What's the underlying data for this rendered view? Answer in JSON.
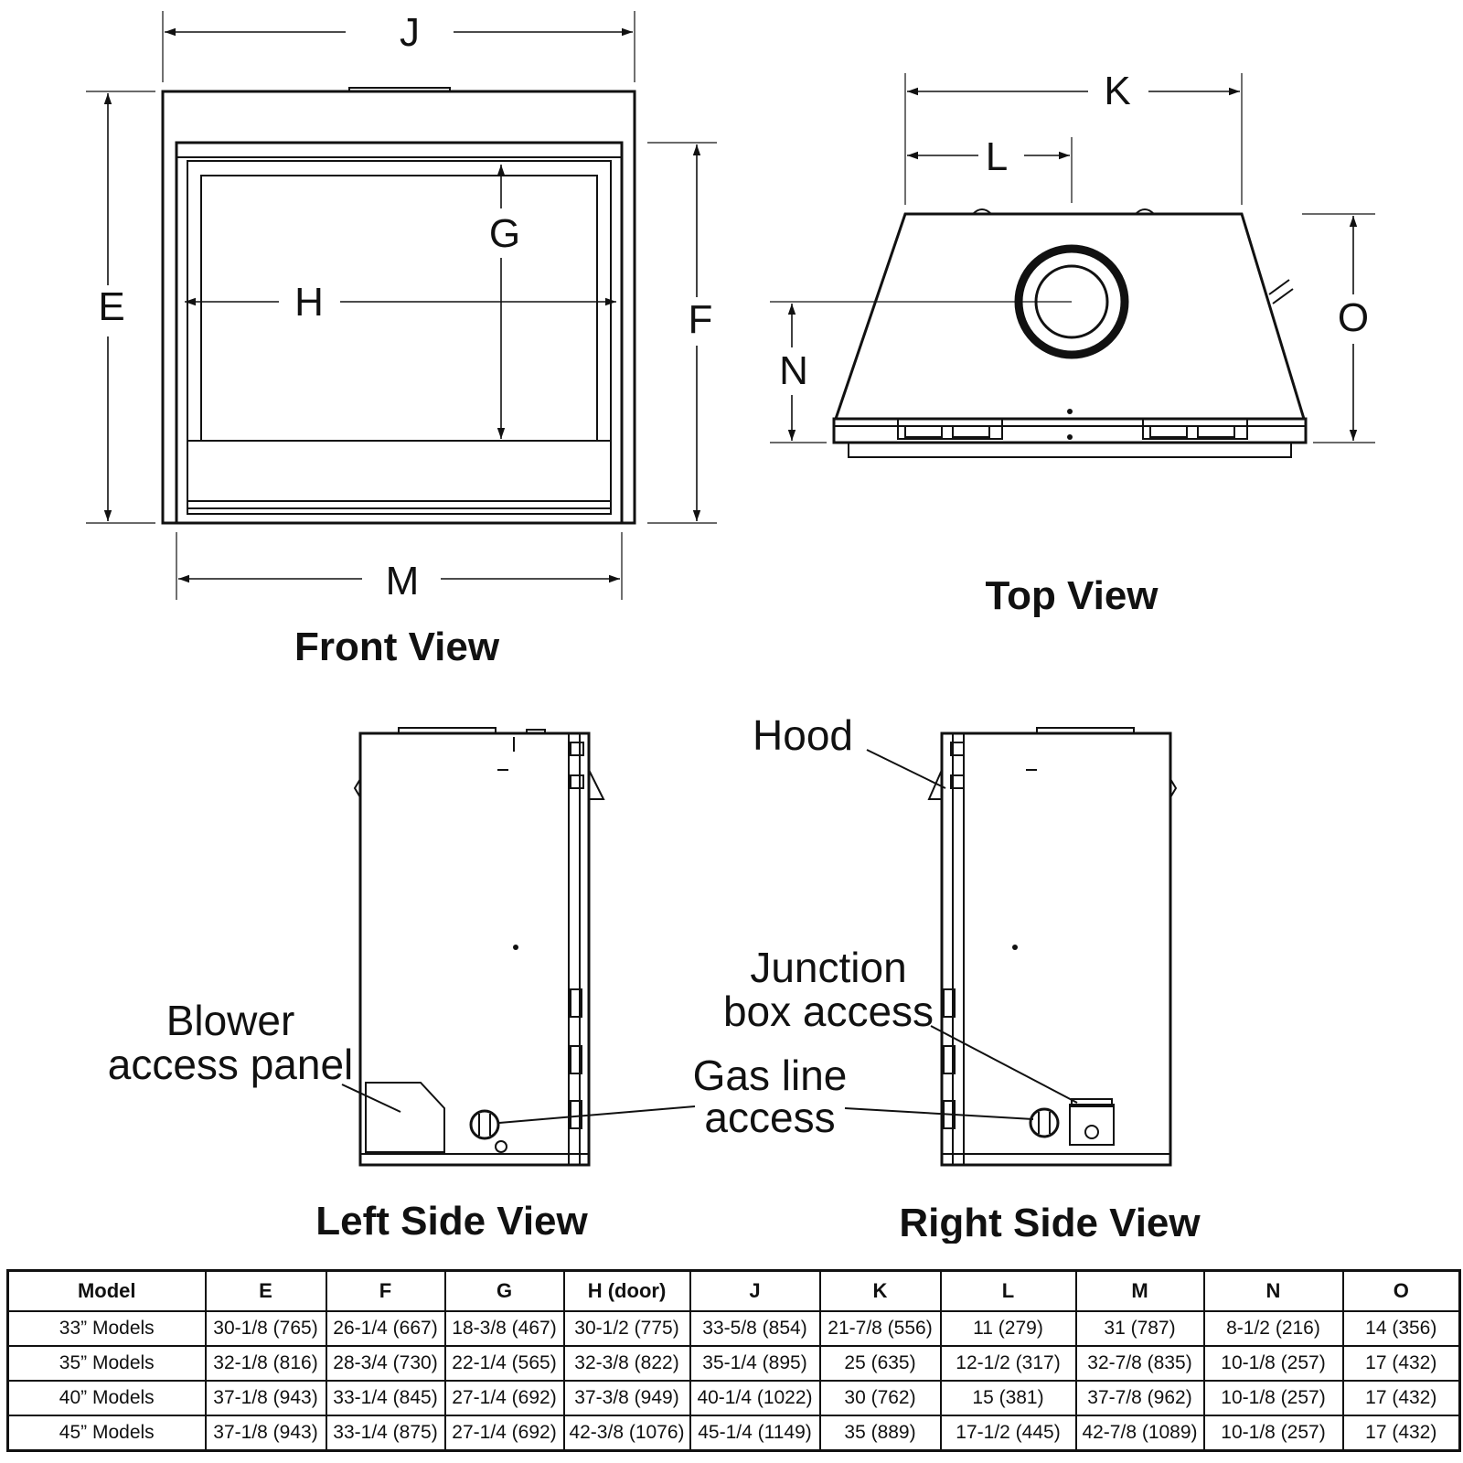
{
  "front_view": {
    "title": "Front View",
    "dims": {
      "J": "J",
      "E": "E",
      "F": "F",
      "G": "G",
      "H": "H",
      "M": "M"
    }
  },
  "top_view": {
    "title": "Top View",
    "dims": {
      "K": "K",
      "L": "L",
      "N": "N",
      "O": "O"
    }
  },
  "left_side_view": {
    "title": "Left Side View",
    "callouts": {
      "blower_line1": "Blower",
      "blower_line2": "access panel"
    }
  },
  "right_side_view": {
    "title": "Right Side View",
    "callouts": {
      "hood": "Hood",
      "junction_line1": "Junction",
      "junction_line2": "box access",
      "gas_line1": "Gas line",
      "gas_line2": "access"
    }
  },
  "table": {
    "headers": [
      "Model",
      "E",
      "F",
      "G",
      "H (door)",
      "J",
      "K",
      "L",
      "M",
      "N",
      "O"
    ],
    "rows": [
      [
        "33” Models",
        "30-1/8 (765)",
        "26-1/4 (667)",
        "18-3/8 (467)",
        "30-1/2 (775)",
        "33-5/8 (854)",
        "21-7/8 (556)",
        "11 (279)",
        "31 (787)",
        "8-1/2 (216)",
        "14 (356)"
      ],
      [
        "35” Models",
        "32-1/8 (816)",
        "28-3/4 (730)",
        "22-1/4 (565)",
        "32-3/8 (822)",
        "35-1/4 (895)",
        "25 (635)",
        "12-1/2 (317)",
        "32-7/8 (835)",
        "10-1/8 (257)",
        "17 (432)"
      ],
      [
        "40” Models",
        "37-1/8 (943)",
        "33-1/4 (845)",
        "27-1/4 (692)",
        "37-3/8 (949)",
        "40-1/4 (1022)",
        "30 (762)",
        "15 (381)",
        "37-7/8 (962)",
        "10-1/8 (257)",
        "17 (432)"
      ],
      [
        "45” Models",
        "37-1/8 (943)",
        "33-1/4 (875)",
        "27-1/4 (692)",
        "42-3/8 (1076)",
        "45-1/4 (1149)",
        "35 (889)",
        "17-1/2 (445)",
        "42-7/8 (1089)",
        "10-1/8 (257)",
        "17 (432)"
      ]
    ]
  }
}
